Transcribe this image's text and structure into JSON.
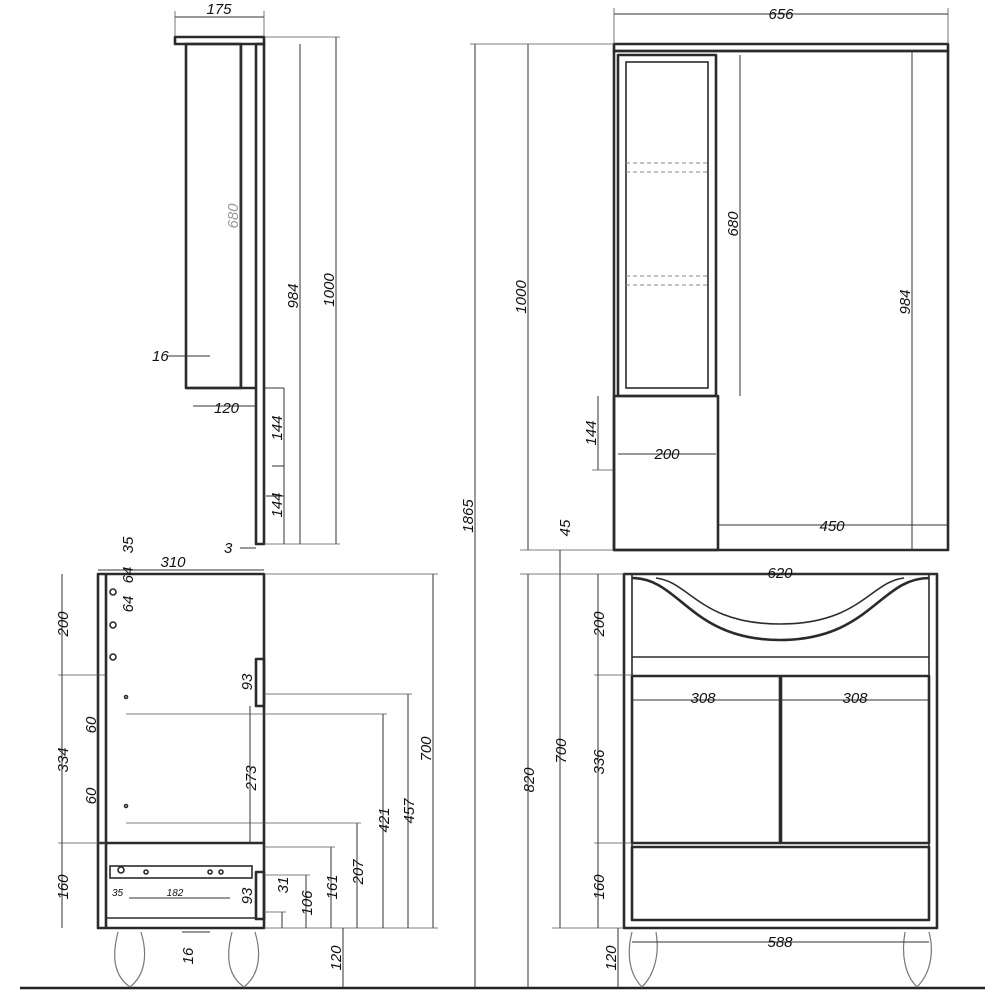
{
  "dimensions": {
    "top_side": {
      "width": "175",
      "inner_height": "680",
      "height": "984",
      "total_height": "1000",
      "shelf_thickness": "16",
      "depth": "120",
      "hook_spacing_1": "144",
      "hook_spacing_2": "144",
      "bottom_gap": "3"
    },
    "top_front": {
      "width": "656",
      "inner_height": "680",
      "height": "984",
      "total_height": "1000",
      "bottom_block": "144",
      "column_width": "200",
      "mirror_width": "450"
    },
    "overall_height": "1865",
    "gap_between": "45",
    "base_side": {
      "depth": "310",
      "hole_offset_35": "35",
      "hole_offset_64a": "64",
      "hole_offset_64b": "64",
      "top_section": "200",
      "shelf_spacing_1": "60",
      "shelf_spacing_2": "60",
      "mid_section": "334",
      "handle_1": "93",
      "handle_pos": "273",
      "total_height": "700",
      "h421": "421",
      "h457": "457",
      "h207": "207",
      "h161": "161",
      "h106": "106",
      "h31": "31",
      "handle_2": "93",
      "bottom_section": "160",
      "rail_offset": "35",
      "rail_length": "182",
      "leg_width": "16",
      "leg_height": "120"
    },
    "base_front": {
      "basin_width": "620",
      "top_section": "200",
      "door_left": "308",
      "door_right": "308",
      "mid_section": "336",
      "cabinet_height": "700",
      "total_height": "820",
      "drawer_height": "160",
      "base_width": "588",
      "leg_height": "120"
    }
  }
}
